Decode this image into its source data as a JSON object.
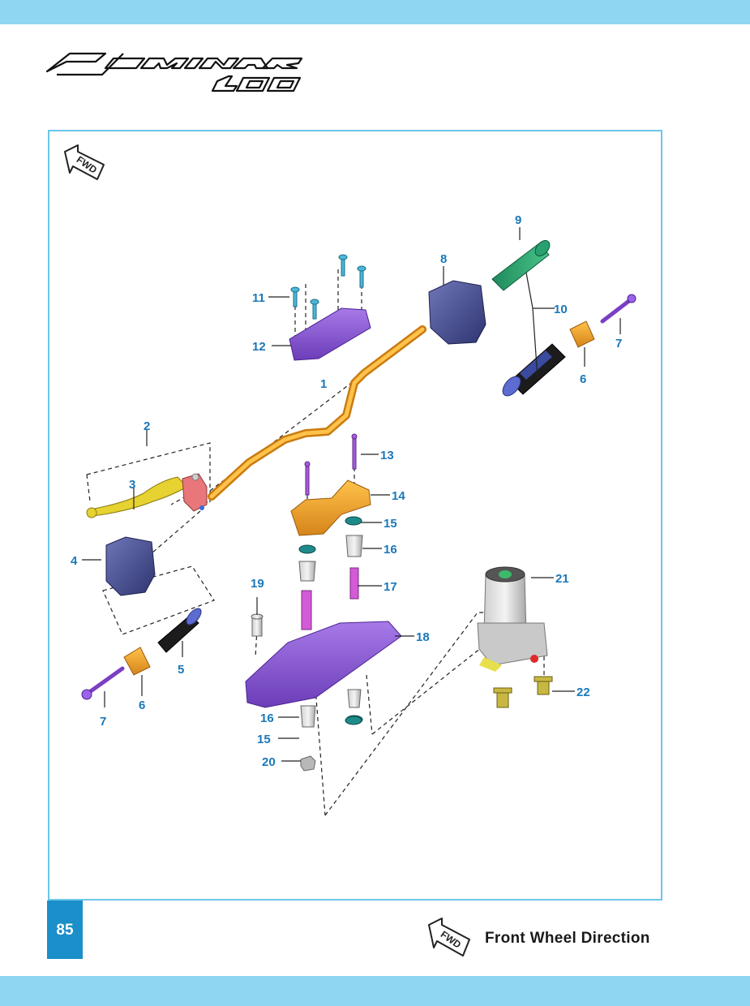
{
  "brand": {
    "name": "DOMINAR",
    "model": "400"
  },
  "fwd_badge": "FWD",
  "callouts": {
    "c1": "1",
    "c2": "2",
    "c3": "3",
    "c4": "4",
    "c5": "5",
    "c6a": "6",
    "c6b": "6",
    "c7a": "7",
    "c7b": "7",
    "c8": "8",
    "c9": "9",
    "c10": "10",
    "c11": "11",
    "c12": "12",
    "c13": "13",
    "c14": "14",
    "c15a": "15",
    "c15b": "15",
    "c16a": "16",
    "c16b": "16",
    "c17": "17",
    "c18": "18",
    "c19": "19",
    "c20": "20",
    "c21": "21",
    "c22": "22"
  },
  "footer": {
    "page_number": "85",
    "legend_badge": "FWD",
    "legend_text": "Front Wheel Direction"
  },
  "colors": {
    "band": "#8fd6f2",
    "frame": "#6cc6ea",
    "page_number_bg": "#1a8fc9",
    "callout_text": "#1a78b8"
  }
}
